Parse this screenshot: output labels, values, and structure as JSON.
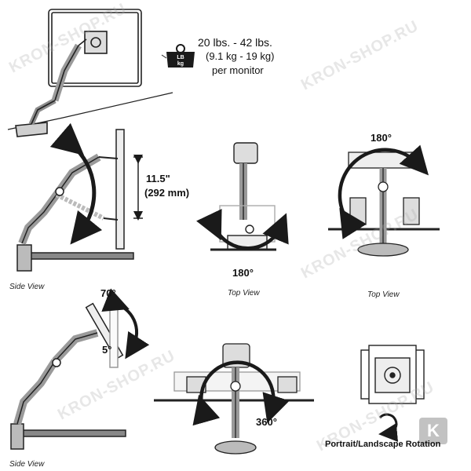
{
  "weight": {
    "icon_text": "LB\nkg",
    "line1": "20 lbs. - 42 lbs.",
    "line2": "(9.1 kg - 19 kg)",
    "line3": "per monitor"
  },
  "height_adjust": {
    "inches": "11.5\"",
    "mm": "(292 mm)"
  },
  "angles": {
    "top_swivel": "180°",
    "top_rotate": "180°",
    "tilt_up": "70°",
    "tilt_down": "5°",
    "rotation": "360°"
  },
  "captions": {
    "side1": "Side View",
    "top1": "Top View",
    "top2": "Top View",
    "side2": "Side View",
    "portrait": "Portrait/Landscape Rotation"
  },
  "watermark": {
    "text": "KRON-SHOP.RU",
    "logo_letter": "K"
  },
  "colors": {
    "line": "#222222",
    "arm_fill": "#9a9a9a",
    "arrow": "#1a1a1a"
  }
}
